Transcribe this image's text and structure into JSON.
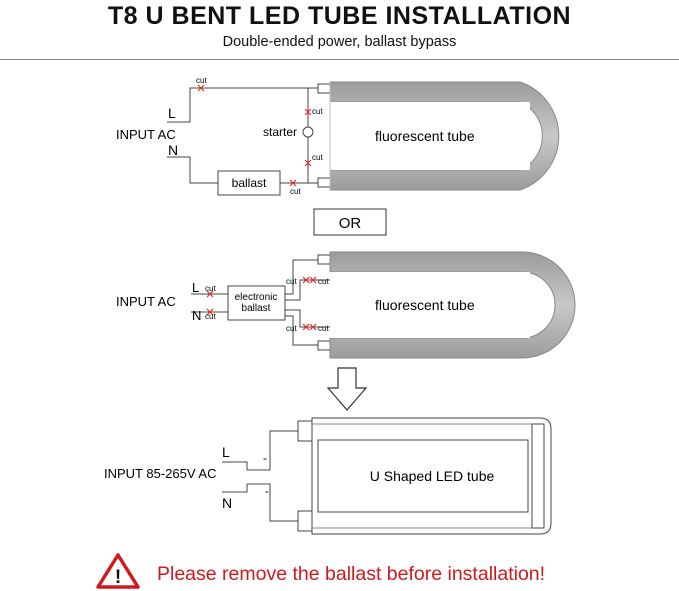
{
  "title": "T8 U BENT LED TUBE INSTALLATION",
  "subtitle": "Double-ended power, ballast bypass",
  "diagram1": {
    "input_label": "INPUT AC",
    "line": "L",
    "neutral": "N",
    "starter": "starter",
    "ballast": "ballast",
    "tube": "fluorescent tube",
    "cut": "cut"
  },
  "or_label": "OR",
  "diagram2": {
    "input_label": "INPUT AC",
    "line": "L",
    "neutral": "N",
    "ballast_line1": "electronic",
    "ballast_line2": "ballast",
    "tube": "fluorescent tube",
    "cut": "cut"
  },
  "diagram3": {
    "input_label": "INPUT 85-265V AC",
    "line": "L",
    "neutral": "N",
    "plus": "-",
    "minus": "-",
    "tube": "U Shaped LED tube"
  },
  "warning": {
    "text": "Please remove the ballast before installation!",
    "icon_glyph": "!"
  }
}
